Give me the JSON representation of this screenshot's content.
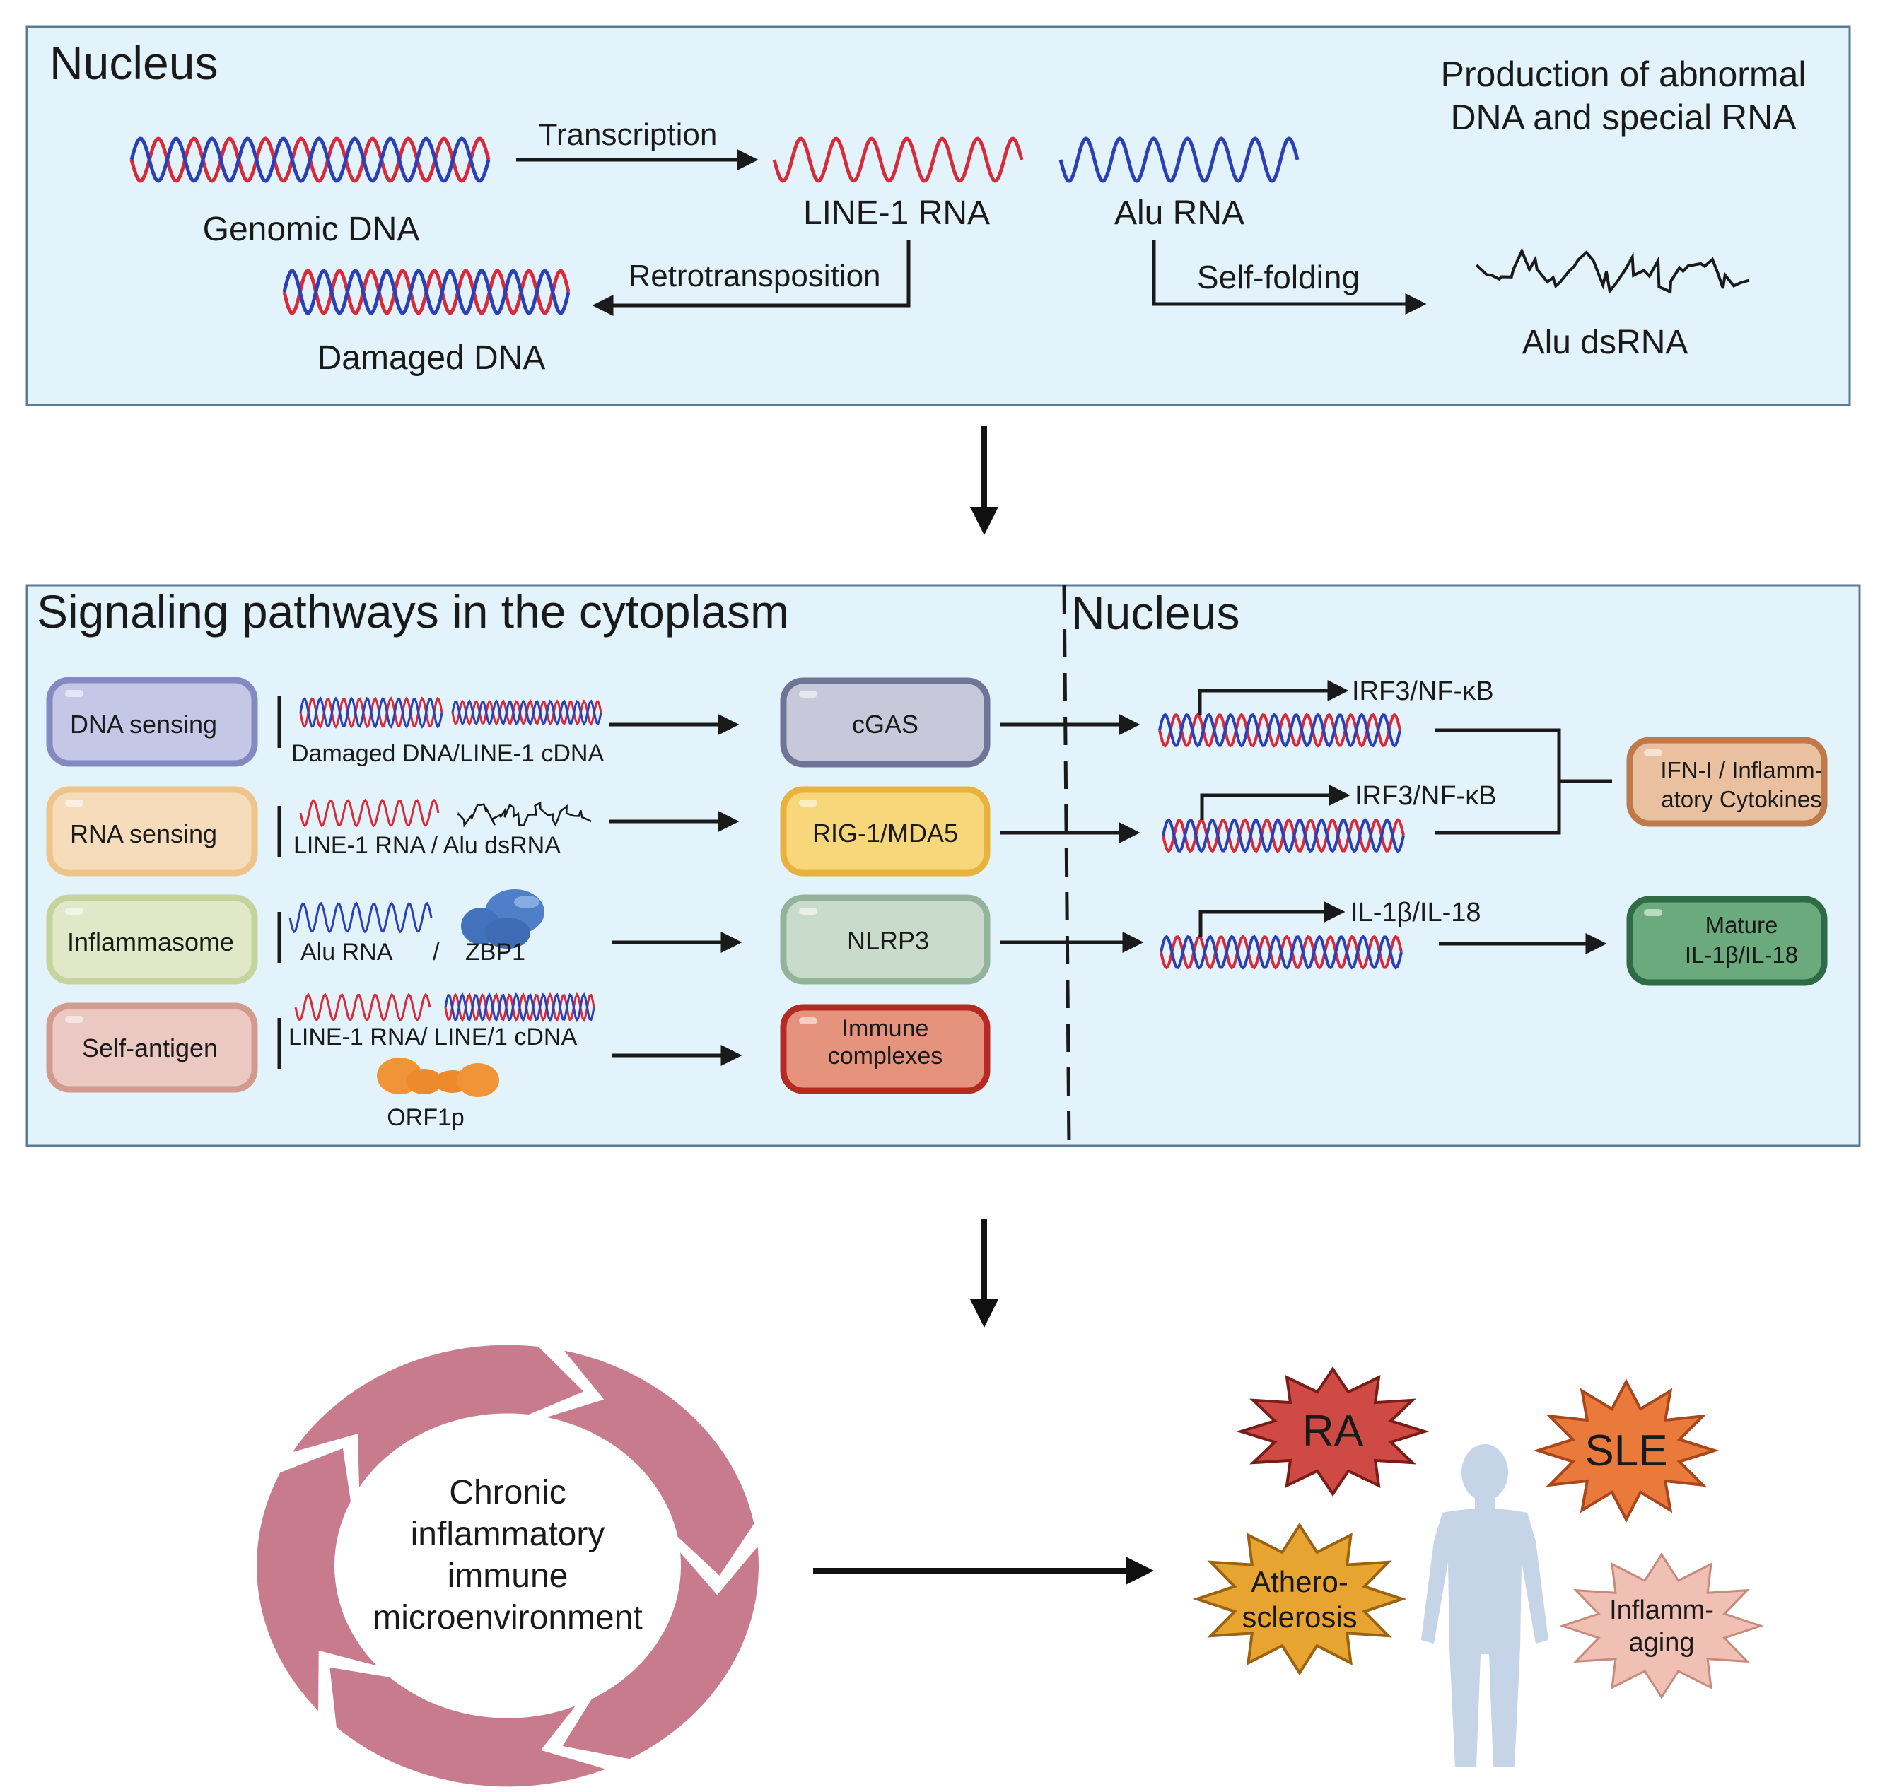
{
  "top_panel": {
    "title": "Nucleus",
    "note_line1": "Production of abnormal",
    "note_line2": "DNA and special RNA",
    "genomic_dna": "Genomic DNA",
    "transcription": "Transcription",
    "line1_rna": "LINE-1 RNA",
    "alu_rna": "Alu RNA",
    "retrotransposition": "Retrotransposition",
    "damaged_dna": "Damaged DNA",
    "self_folding": "Self-folding",
    "alu_dsrna": "Alu dsRNA"
  },
  "middle_panel": {
    "title_cytoplasm": "Signaling pathways in the cytoplasm",
    "title_nucleus": "Nucleus",
    "rows": [
      {
        "category": "DNA sensing",
        "ligand_label": "Damaged DNA/LINE-1 cDNA",
        "sensor_line1": "cGAS",
        "sensor_line2": "",
        "gene_label": "IRF3/NF-κB"
      },
      {
        "category": "RNA sensing",
        "ligand_label": "LINE-1 RNA / Alu dsRNA",
        "sensor_line1": "RIG-1/MDA5",
        "sensor_line2": "",
        "gene_label": "IRF3/NF-κB"
      },
      {
        "category": "Inflammasome",
        "ligand_label_a": "Alu RNA",
        "ligand_sep": "/",
        "ligand_label_b": "ZBP1",
        "sensor_line1": "NLRP3",
        "sensor_line2": "",
        "gene_label": "IL-1β/IL-18"
      },
      {
        "category": "Self-antigen",
        "ligand_label": "LINE-1 RNA/ LINE/1 cDNA",
        "protein_label": "ORF1p",
        "sensor_line1": "Immune",
        "sensor_line2": "complexes",
        "gene_label": ""
      }
    ],
    "output_ifn_line1": "IFN-I / Inflamm-",
    "output_ifn_line2": "atory Cytokines",
    "output_il_line1": "Mature",
    "output_il_line2": "IL-1β/IL-18"
  },
  "bottom": {
    "cycle_line1": "Chronic",
    "cycle_line2": "inflammatory",
    "cycle_line3": "immune",
    "cycle_line4": "microenvironment",
    "disease_ra": "RA",
    "disease_sle": "SLE",
    "disease_athero_line1": "Athero-",
    "disease_athero_line2": "sclerosis",
    "disease_inflamm_line1": "Inflamm-",
    "disease_inflamm_line2": "aging"
  },
  "colors": {
    "panel_fill": "#e3f3fb",
    "dna_sensing": "#c4c7e6",
    "rna_sensing": "#f6dcbb",
    "inflammasome": "#e0e8c8",
    "self_antigen": "#ebc8c2",
    "cgas": "#c7c9da",
    "rig": "#f8d67a",
    "nlrp3": "#c9dccb",
    "immune_complexes": "#e6937e",
    "ifn_output": "#e9c0a0",
    "il_output": "#6aaa7d",
    "cycle": "#c97b8e",
    "ra": "#cf4a44",
    "sle": "#ea7a3c",
    "atherosclerosis": "#e8a431",
    "inflammaging": "#f1c0b4",
    "human_figure": "#c5d4e6"
  }
}
